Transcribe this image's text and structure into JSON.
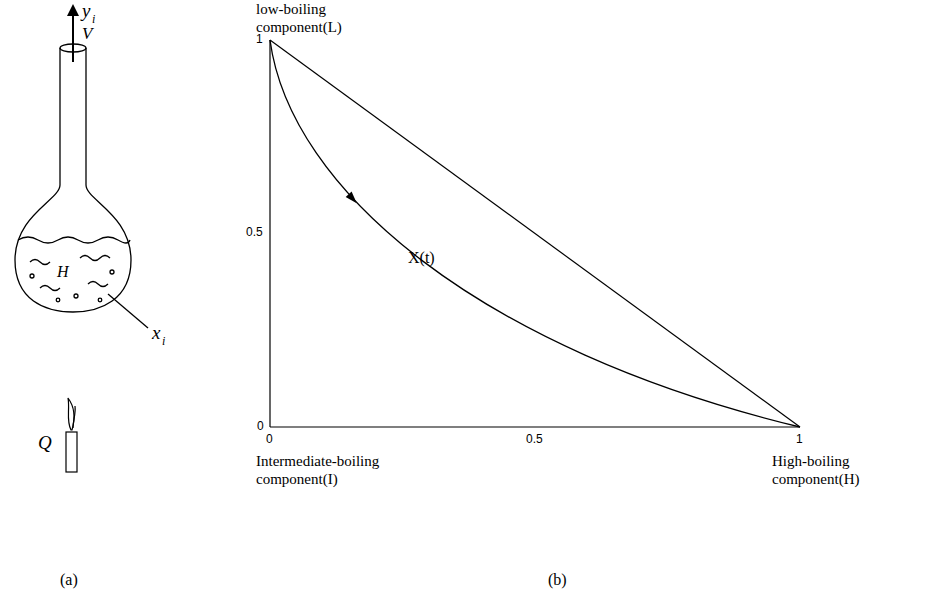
{
  "diagram": {
    "labels": [
      "y",
      "i",
      "V",
      "H",
      "x",
      "i",
      "Q",
      "(a)",
      "(b)",
      "low-boiling component(L)",
      "1",
      "0.5",
      "0",
      "0",
      "0.5",
      "1",
      "X(t)",
      "Intermediate-boiling component(I)",
      "High-boiling component(H)"
    ]
  }
}
